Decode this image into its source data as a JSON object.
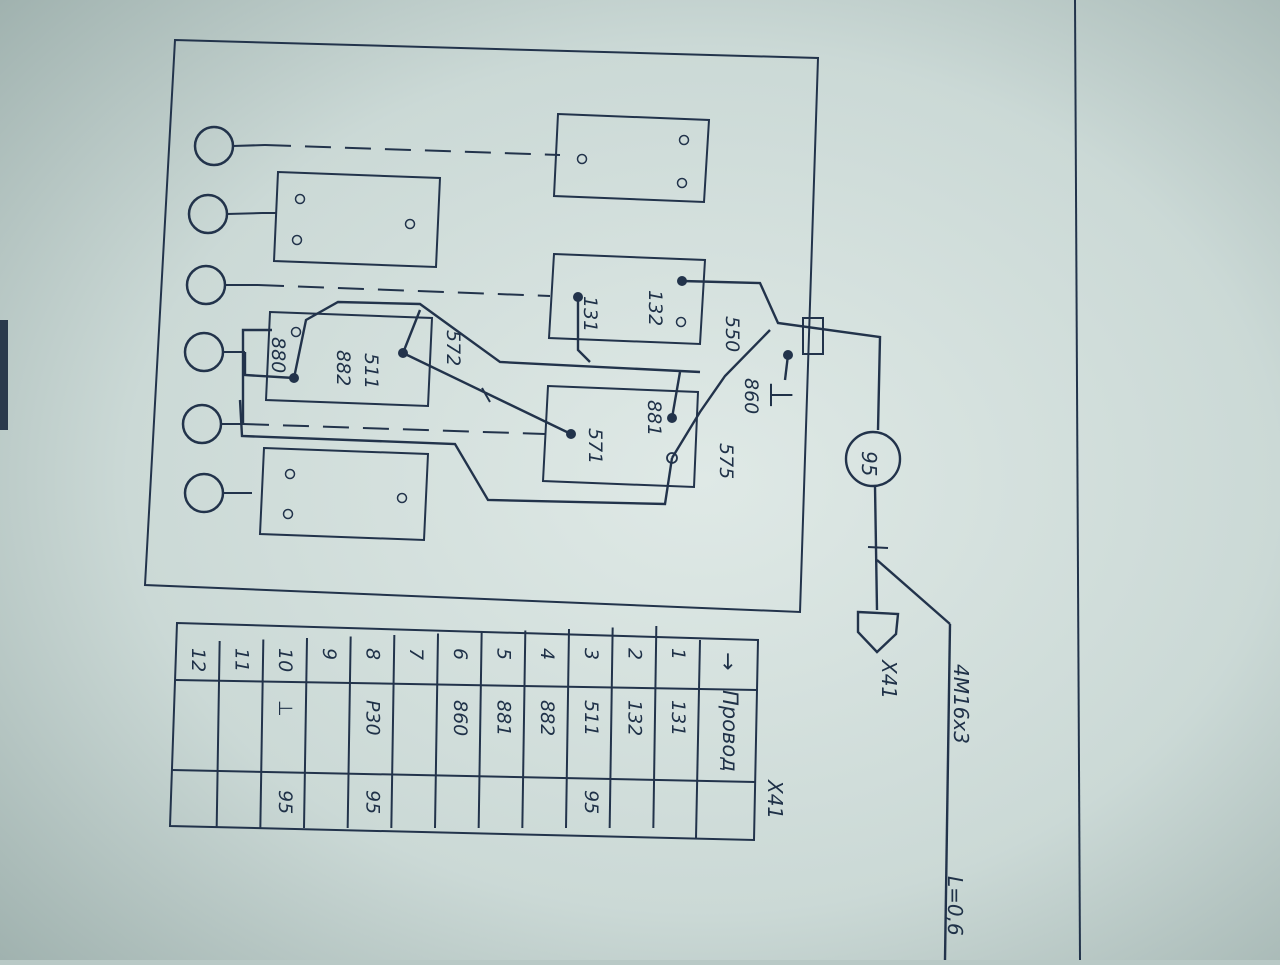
{
  "wire_labels": {
    "w550": "550",
    "w132": "132",
    "w131": "131",
    "w572": "572",
    "w511a": "511",
    "w882": "882",
    "w880": "880",
    "w860": "860",
    "w881": "881",
    "w575": "575",
    "w571": "571"
  },
  "ground_symbol": "⊥",
  "cable_marker": "95",
  "connector_label": "X41",
  "cable_spec": "4М16х3",
  "cable_length": "L=0,6",
  "table": {
    "title": "X41",
    "header_arrow": "→",
    "header_wire": "Провод",
    "rows": [
      {
        "num": "1",
        "wire": "131",
        "cable": ""
      },
      {
        "num": "2",
        "wire": "132",
        "cable": ""
      },
      {
        "num": "3",
        "wire": "511",
        "cable": "95"
      },
      {
        "num": "4",
        "wire": "882",
        "cable": ""
      },
      {
        "num": "5",
        "wire": "881",
        "cable": ""
      },
      {
        "num": "6",
        "wire": "860",
        "cable": ""
      },
      {
        "num": "7",
        "wire": "",
        "cable": ""
      },
      {
        "num": "8",
        "wire": "Р30",
        "cable": "95"
      },
      {
        "num": "9",
        "wire": "",
        "cable": ""
      },
      {
        "num": "10",
        "wire": "⊥",
        "cable": "95"
      },
      {
        "num": "11",
        "wire": "",
        "cable": ""
      },
      {
        "num": "12",
        "wire": "",
        "cable": ""
      }
    ]
  }
}
